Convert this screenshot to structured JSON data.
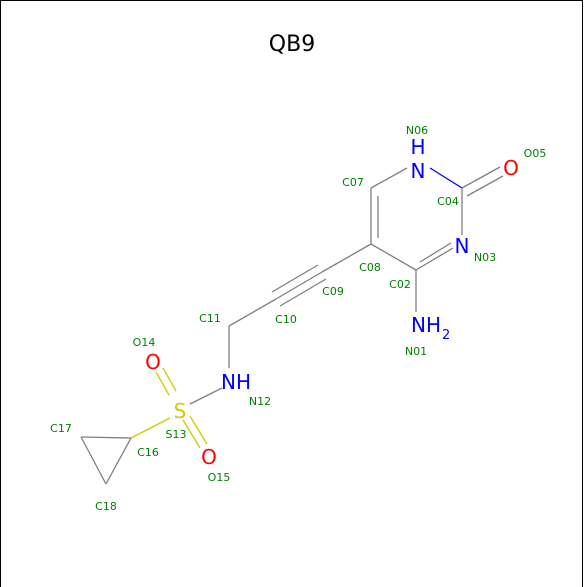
{
  "title": "QB9",
  "colors": {
    "bond": "#7f7f7f",
    "nitrogen": "#0000ff",
    "oxygen": "#ff0000",
    "sulfur": "#cccc00",
    "atom_id": "#008000",
    "frame": "#000000"
  },
  "atom_labels": {
    "N06": "N",
    "N06_H": "H",
    "O05": "O",
    "N03": "N",
    "NH2": "NH",
    "NH2_sub": "2",
    "N12": "NH",
    "S13": "S",
    "O14": "O",
    "O15": "O"
  },
  "atom_ids": {
    "N06": "N06",
    "O05": "O05",
    "C07": "C07",
    "C04": "C04",
    "N03": "N03",
    "C08": "C08",
    "C02": "C02",
    "C09": "C09",
    "C11": "C11",
    "C10": "C10",
    "N01": "N01",
    "O14": "O14",
    "N12": "N12",
    "C17": "C17",
    "S13": "S13",
    "C16": "C16",
    "O15": "O15",
    "C18": "C18"
  }
}
